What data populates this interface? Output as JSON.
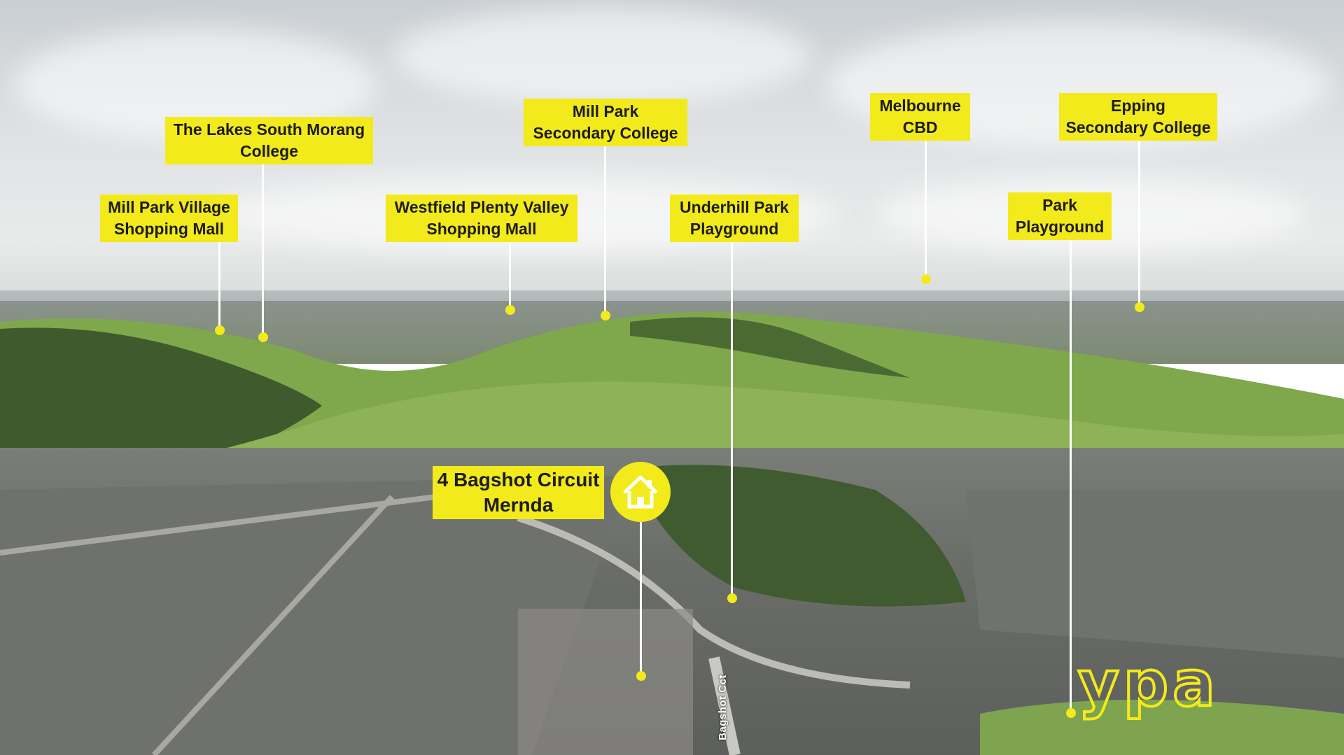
{
  "property": {
    "line1": "4 Bagshot Circuit",
    "line2": "Mernda"
  },
  "street": "Bagshot Cct",
  "brand": {
    "logo_text": "ypa",
    "accent_color": "#f3ea1b"
  },
  "landmarks": [
    {
      "line1": "The Lakes South Morang",
      "line2": "College"
    },
    {
      "line1": "Mill Park Village",
      "line2": "Shopping Mall"
    },
    {
      "line1": "Mill Park",
      "line2": "Secondary College"
    },
    {
      "line1": "Westfield Plenty Valley",
      "line2": "Shopping Mall"
    },
    {
      "line1": "Underhill Park",
      "line2": "Playground"
    },
    {
      "line1": "Melbourne",
      "line2": "CBD"
    },
    {
      "line1": "Epping",
      "line2": "Secondary College"
    },
    {
      "line1": "Park",
      "line2": "Playground"
    }
  ],
  "icons": {
    "home": "house-icon"
  }
}
